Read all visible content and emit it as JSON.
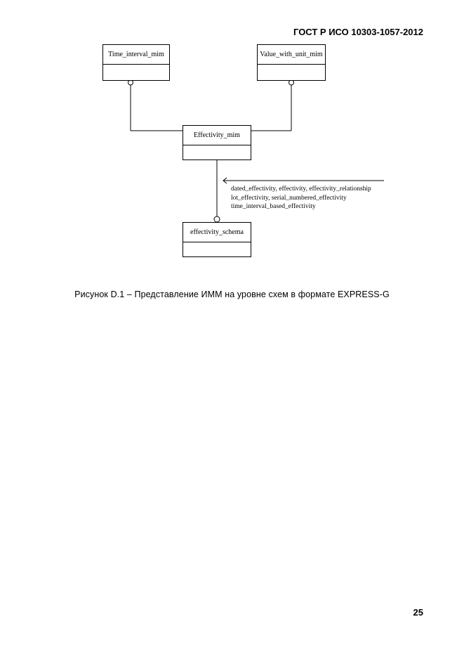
{
  "header": {
    "doc_id": "ГОСТ Р ИСО 10303-1057-2012"
  },
  "diagram": {
    "entities": {
      "time_interval": "Time_interval_mim",
      "value_with_unit": "Value_with_unit_mim",
      "effectivity_mim": "Effectivity_mim",
      "effectivity_schema": "effectivity_schema"
    },
    "annotation": [
      "dated_effectivity, effectivity, effectivity_relationship",
      "lot_effectivity, serial_numbered_effectivity",
      "time_interval_based_effectivity"
    ]
  },
  "caption": "Рисунок D.1 –  Представление ИММ на уровне схем в формате EXPRESS-G",
  "page_number": "25"
}
